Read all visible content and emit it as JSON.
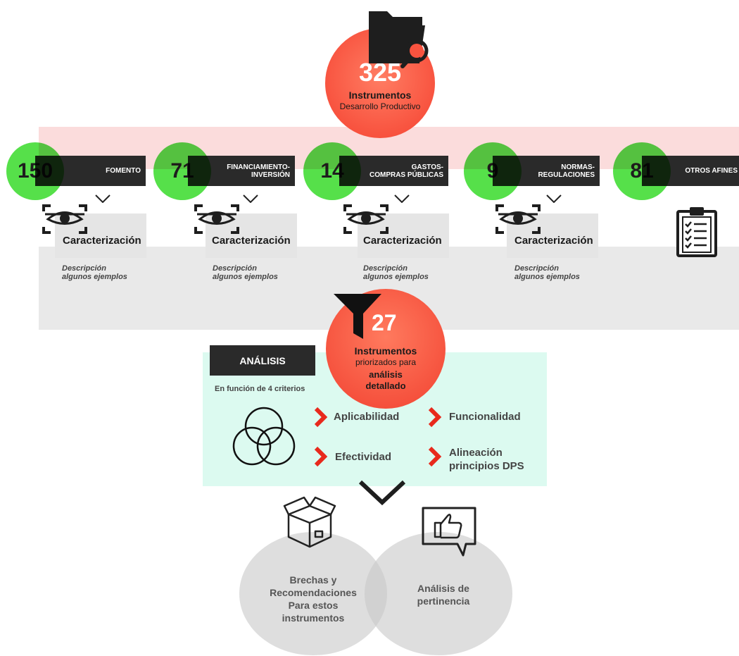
{
  "main": {
    "number": "325",
    "line1": "Instrumentos",
    "line2": "Desarrollo Productivo"
  },
  "categories": [
    {
      "count": "150",
      "label_l1": "FOMENTO",
      "label_l2": "",
      "has_detail": true,
      "detail_title": "Caracterización",
      "detail_desc_l1": "Descripción",
      "detail_desc_l2": "algunos ejemplos"
    },
    {
      "count": "71",
      "label_l1": "FINANCIAMIENTO-",
      "label_l2": "INVERSIÓN",
      "has_detail": true,
      "detail_title": "Caracterización",
      "detail_desc_l1": "Descripción",
      "detail_desc_l2": "algunos ejemplos"
    },
    {
      "count": "14",
      "label_l1": "GASTOS-",
      "label_l2": "COMPRAS PÚBLICAS",
      "has_detail": true,
      "detail_title": "Caracterización",
      "detail_desc_l1": "Descripción",
      "detail_desc_l2": "algunos ejemplos"
    },
    {
      "count": "9",
      "label_l1": "NORMAS-",
      "label_l2": "REGULACIONES",
      "has_detail": true,
      "detail_title": "Caracterización",
      "detail_desc_l1": "Descripción",
      "detail_desc_l2": "algunos ejemplos"
    },
    {
      "count": "81",
      "label_l1": "OTROS AFINES",
      "label_l2": "",
      "has_detail": false
    }
  ],
  "prioritized": {
    "number": "27",
    "line1": "Instrumentos",
    "line2": "priorizados para",
    "line3": "análisis",
    "line4": "detallado"
  },
  "analysis": {
    "label": "ANÁLISIS",
    "caption": "En función de 4 criterios",
    "criteria": [
      {
        "line1": "Aplicabilidad",
        "line2": ""
      },
      {
        "line1": "Funcionalidad",
        "line2": ""
      },
      {
        "line1": "Efectividad",
        "line2": ""
      },
      {
        "line1": "Alineación",
        "line2": "principios DPS"
      }
    ]
  },
  "outcomes": [
    {
      "line1": "Brechas y",
      "line2": "Recomendaciones",
      "line3": "Para estos",
      "line4": "instrumentos",
      "icon": "box-icon"
    },
    {
      "line1": "Análisis de",
      "line2": "pertinencia",
      "icon": "thumbs-up-speech-icon"
    }
  ],
  "colors": {
    "main_red": "#f8533f",
    "green": "#56e04a",
    "dark_bar": "#2a2a2a",
    "arrow_red": "#e8291c",
    "analysis_bg": "#dcfaf0"
  }
}
